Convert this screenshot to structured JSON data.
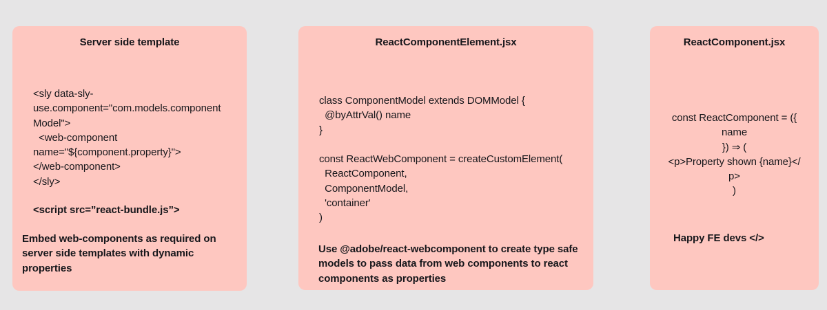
{
  "page": {
    "background_color": "#e6e5e6",
    "card_color": "#fec7c0",
    "text_color": "#17171b"
  },
  "cards": [
    {
      "title": "Server side template",
      "code": "<sly data-sly-\nuse.component=\"com.models.component\nModel\">\n  <web-component\nname=\"${component.property}\">\n</web-component>\n</sly>",
      "code_bold": "<script src=”react-bundle.js”>",
      "caption": "Embed web-components as required on\nserver side templates with dynamic\nproperties"
    },
    {
      "title": "ReactComponentElement.jsx",
      "code": "class ComponentModel extends DOMModel {\n  @byAttrVal() name\n}\n\nconst ReactWebComponent = createCustomElement(\n  ReactComponent,\n  ComponentModel,\n  'container'\n)",
      "caption": "Use @adobe/react-webcomponent to create type safe\nmodels to pass data from web components to react\ncomponents as properties"
    },
    {
      "title": "ReactComponent.jsx",
      "code": "const ReactComponent = ({\nname\n}) ⇒ (\n<p>Property shown {name}</\np>\n)",
      "caption": "Happy FE devs </>"
    }
  ]
}
